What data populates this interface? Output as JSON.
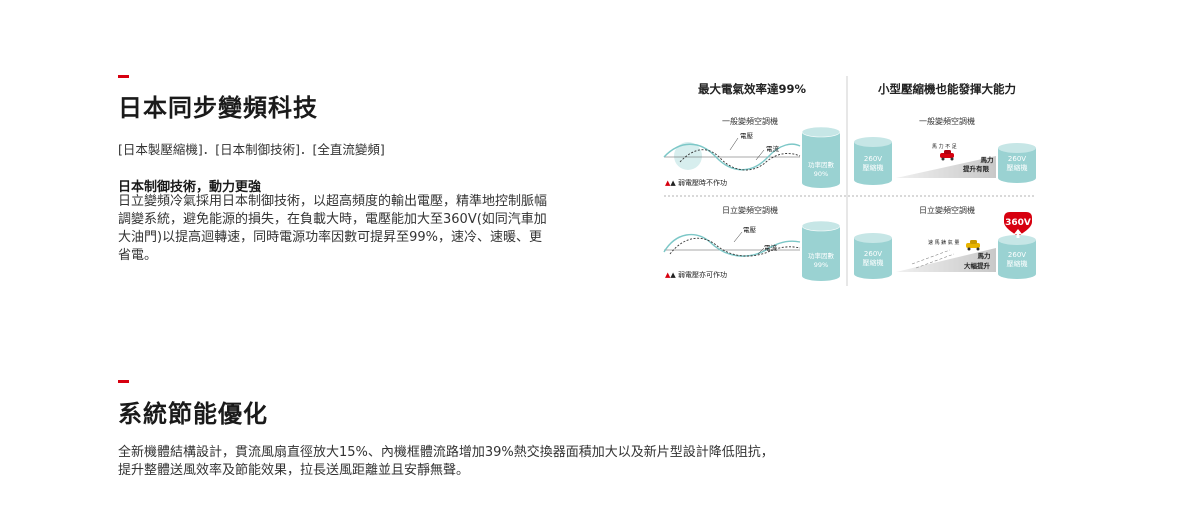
{
  "section1": {
    "title": "日本同步變頻科技",
    "tags": "[日本製壓縮機]．[日本制御技術]．[全直流變頻]",
    "subhead": "日本制御技術，動力更強",
    "body_lines": [
      "日立變頻冷氣採用日本制御技術，以超高頻度的輸出電壓，精準地控制脈幅",
      "調變系統，避免能源的損失，在負載大時，電壓能加大至360V(如同汽車加",
      "大油門)以提高迴轉速，同時電源功率因數可提昇至99%，速冷、速暖、更",
      "省電。"
    ]
  },
  "figure": {
    "left_title": "最大電氣效率達99%",
    "right_title": "小型壓縮機也能發揮大能力",
    "general_label": "一般變頻空調機",
    "hitachi_label": "日立變頻空調機",
    "voltage": "電壓",
    "current": "電流",
    "pf_label": "功率因數",
    "pf_general": "90%",
    "pf_hitachi": "99%",
    "note_general": "▲ 弱電壓時不作功",
    "note_hitachi": "▲ 弱電壓亦可作功",
    "comp_voltage": "260V",
    "comp_label": "壓縮機",
    "car_general": "馬 力 不 足",
    "car_hitachi": "速 馬 錶 氣 量",
    "hp_general": [
      "馬力",
      "提升有限"
    ],
    "hp_hitachi": [
      "馬力",
      "大幅提升"
    ],
    "badge": "360V",
    "colors": {
      "accent": "#d7000f",
      "cyl_top": "#bfe3e3",
      "cyl_body": "#9ad2d2",
      "cyl_text": "#ffffff"
    }
  },
  "section2": {
    "title": "系統節能優化",
    "body_lines": [
      "全新機體結構設計，貫流風扇直徑放大15%、內機框體流路增加39%熱交換器面積加大以及新片型設計降低阻抗，",
      "提升整體送風效率及節能效果，拉長送風距離並且安靜無聲。"
    ]
  }
}
